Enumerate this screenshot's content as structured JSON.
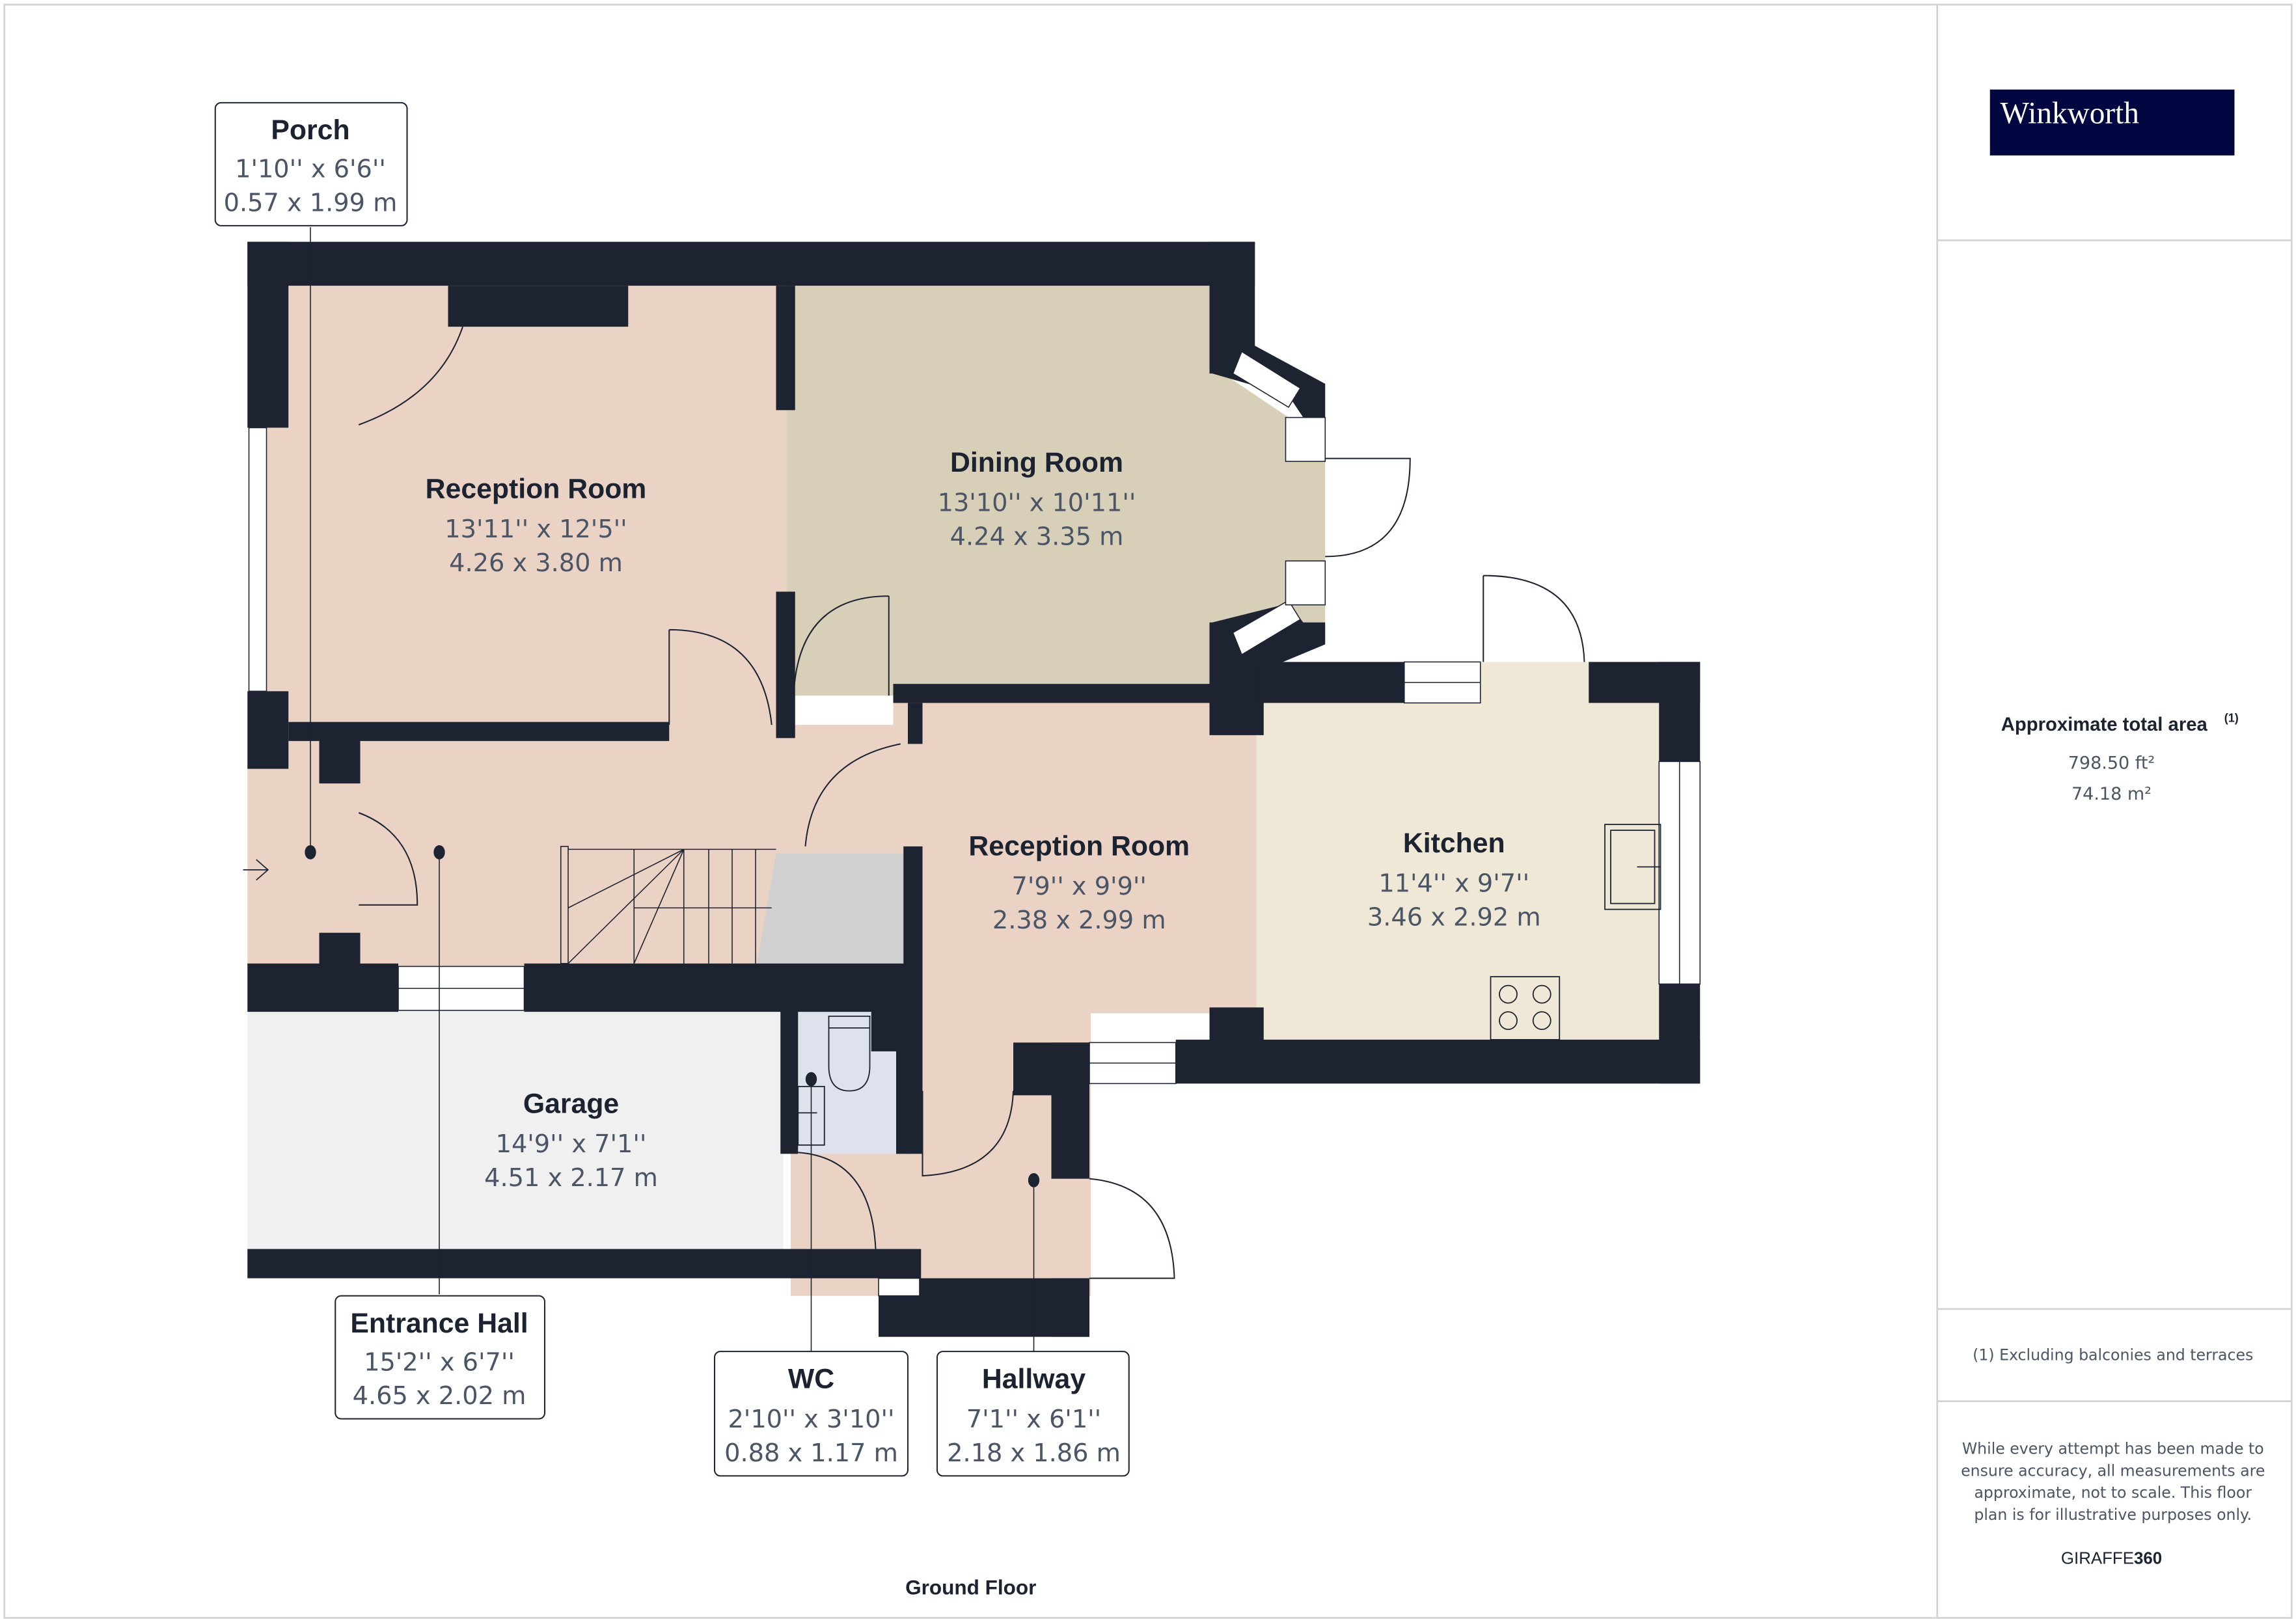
{
  "colors": {
    "wall": "#1d2330",
    "reception": "#ead2c5",
    "dining": "#d8cfb8",
    "kitchen": "#efe8d6",
    "garage": "#f0f0f0",
    "wc": "#dde2ec",
    "stairs_void": "#d0d0d0",
    "brand": "#000640",
    "frame": "#d3d3d3"
  },
  "brand": {
    "logo_text": "Winkworth"
  },
  "floor": {
    "label": "Ground Floor"
  },
  "rooms": [
    {
      "name": "Reception Room",
      "imperial": "13'11'' x 12'5''",
      "metric": "4.26 x 3.80 m"
    },
    {
      "name": "Dining Room",
      "imperial": "13'10'' x 10'11''",
      "metric": "4.24 x 3.35 m"
    },
    {
      "name": "Reception Room",
      "imperial": "7'9'' x 9'9''",
      "metric": "2.38 x 2.99 m"
    },
    {
      "name": "Kitchen",
      "imperial": "11'4'' x 9'7''",
      "metric": "3.46 x 2.92 m"
    },
    {
      "name": "Garage",
      "imperial": "14'9'' x 7'1''",
      "metric": "4.51 x 2.17 m"
    }
  ],
  "callouts": [
    {
      "name": "Porch",
      "imperial": "1'10'' x 6'6''",
      "metric": "0.57 x 1.99 m"
    },
    {
      "name": "Entrance Hall",
      "imperial": "15'2'' x 6'7''",
      "metric": "4.65 x 2.02 m"
    },
    {
      "name": "WC",
      "imperial": "2'10'' x 3'10''",
      "metric": "0.88 x 1.17 m"
    },
    {
      "name": "Hallway",
      "imperial": "7'1'' x 6'1''",
      "metric": "2.18 x 1.86 m"
    }
  ],
  "summary": {
    "area_title": "Approximate total area",
    "area_footnote_marker": "(1)",
    "area_ft": "798.50 ft²",
    "area_m": "74.18 m²",
    "footnote": "(1) Excluding balconies and terraces",
    "disclaimer_lines": [
      "While every attempt has been made to",
      "ensure accuracy, all measurements are",
      "approximate, not to scale. This floor",
      "plan is for illustrative purposes only."
    ],
    "credit_light": "GIRAFFE",
    "credit_bold": "360"
  }
}
